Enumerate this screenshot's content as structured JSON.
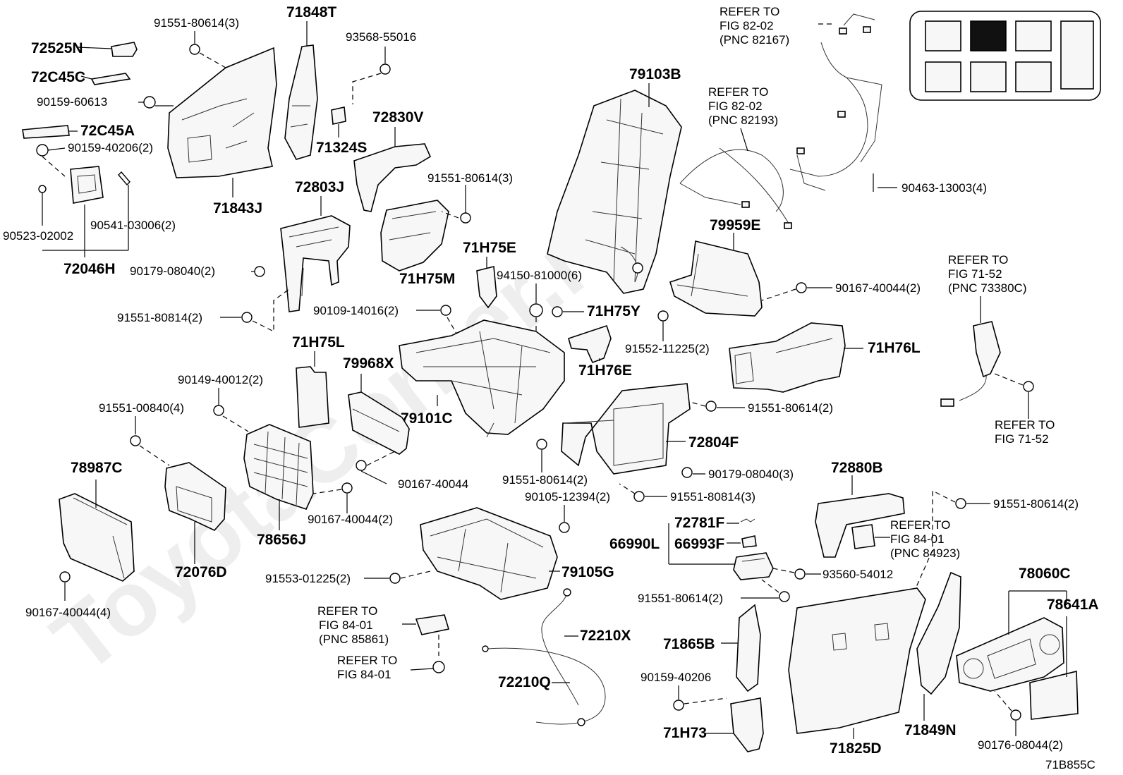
{
  "watermark": "ToyotaCorner.ru",
  "figure_code": "71B855C",
  "labels": {
    "p72525N": "72525N",
    "p72C45C": "72C45C",
    "p90159_60613": "90159-60613",
    "p72C45A": "72C45A",
    "p90159_40206_2": "90159-40206(2)",
    "p90523_02002": "90523-02002",
    "p90541_03006_2": "90541-03006(2)",
    "p72046H": "72046H",
    "p91551_80614_3a": "91551-80614(3)",
    "p71848T": "71848T",
    "p93568_55016": "93568-55016",
    "p71324S": "71324S",
    "p71843J": "71843J",
    "p72830V": "72830V",
    "p91551_80614_3b": "91551-80614(3)",
    "p72803J": "72803J",
    "p90179_08040_2": "90179-08040(2)",
    "p71H75E": "71H75E",
    "p71H75M": "71H75M",
    "p94150_81000_6": "94150-81000(6)",
    "p91551_80814_2": "91551-80814(2)",
    "p90109_14016_2": "90109-14016(2)",
    "p71H75Y": "71H75Y",
    "p91552_11225_2": "91552-11225(2)",
    "p71H75L": "71H75L",
    "p79968X": "79968X",
    "p71H76E": "71H76E",
    "p79101C": "79101C",
    "p90149_40012_2": "90149-40012(2)",
    "p91551_00840_4": "91551-00840(4)",
    "p90167_40044a": "90167-40044",
    "p78987C": "78987C",
    "p72076D": "72076D",
    "p78656J": "78656J",
    "p90167_40044_2a": "90167-40044(2)",
    "p90167_40044_4": "90167-40044(4)",
    "p79103B": "79103B",
    "p79959E": "79959E",
    "p90167_40044_2b": "90167-40044(2)",
    "p71H76L": "71H76L",
    "p91551_80614_2a": "91551-80614(2)",
    "p72804F": "72804F",
    "p90179_08040_3": "90179-08040(3)",
    "p91551_80614_2b": "91551-80614(2)",
    "p91551_80814_3": "91551-80814(3)",
    "p90105_12394_2": "90105-12394(2)",
    "p91553_01225_2": "91553-01225(2)",
    "p79105G": "79105G",
    "p72210X": "72210X",
    "p72210Q": "72210Q",
    "p72781F": "72781F",
    "p66990L": "66990L",
    "p66993F": "66993F",
    "p93560_54012": "93560-54012",
    "p91551_80614_2c": "91551-80614(2)",
    "p71865B": "71865B",
    "p90159_40206": "90159-40206",
    "p71H73": "71H73",
    "p72880B": "72880B",
    "p91551_80614_2d": "91551-80614(2)",
    "p71825D": "71825D",
    "p71849N": "71849N",
    "p78060C": "78060C",
    "p78641A": "78641A",
    "p90176_08044_2": "90176-08044(2)",
    "p90463_13003_4": "90463-13003(4)"
  },
  "refs": {
    "r82167": [
      "REFER TO",
      "FIG 82-02",
      "(PNC 82167)"
    ],
    "r82193": [
      "REFER TO",
      "FIG 82-02",
      "(PNC 82193)"
    ],
    "r73380": [
      "REFER TO",
      "FIG 71-52",
      "(PNC 73380C)"
    ],
    "r7152": [
      "REFER TO",
      "FIG 71-52"
    ],
    "r84923": [
      "REFER TO",
      "FIG 84-01",
      "(PNC 84923)"
    ],
    "r85861": [
      "REFER TO",
      "FIG 84-01",
      "(PNC 85861)"
    ],
    "r8401": [
      "REFER TO",
      "FIG 84-01"
    ]
  }
}
